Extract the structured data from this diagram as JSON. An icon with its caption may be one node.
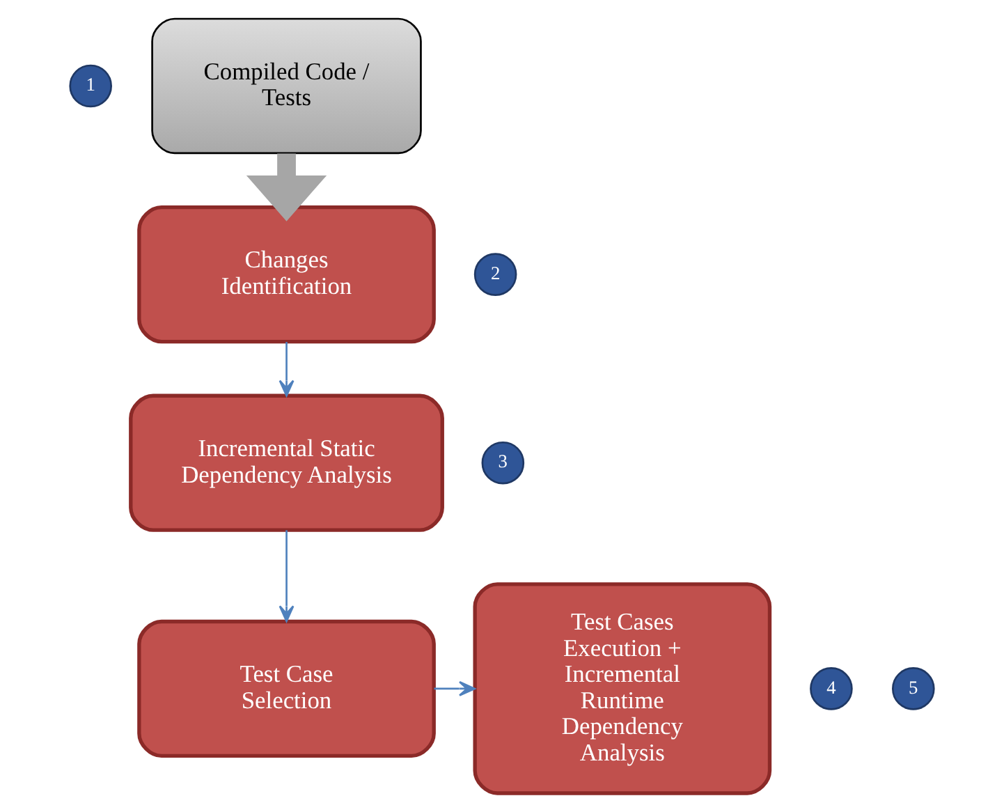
{
  "diagram": {
    "nodes": [
      {
        "text": [
          "1"
        ]
      },
      {
        "text": [
          "Compiled Code / Tests"
        ]
      },
      {
        "text": [
          "2"
        ]
      },
      {
        "text": [
          "Changes Identification"
        ]
      },
      {
        "text": [
          "3"
        ]
      },
      {
        "text": [
          "Incremental Static Dependency Analysis"
        ]
      },
      {
        "text": [
          "4"
        ]
      },
      {
        "text": [
          "Test Case Selection"
        ]
      },
      {
        "text": [
          "5"
        ]
      },
      {
        "text": [
          "Test Cases Execution + Incremental Runtime Dependency Analysis"
        ]
      }
    ],
    "edges": [
      {
        "from": 1,
        "to": 3,
        "arrow": "to",
        "style": "thick",
        "color": "#a6a6a6"
      },
      {
        "from": 3,
        "to": 5,
        "arrow": "to"
      },
      {
        "from": 5,
        "to": 7,
        "arrow": "to"
      },
      {
        "from": 7,
        "to": 9,
        "arrow": "to"
      }
    ]
  }
}
